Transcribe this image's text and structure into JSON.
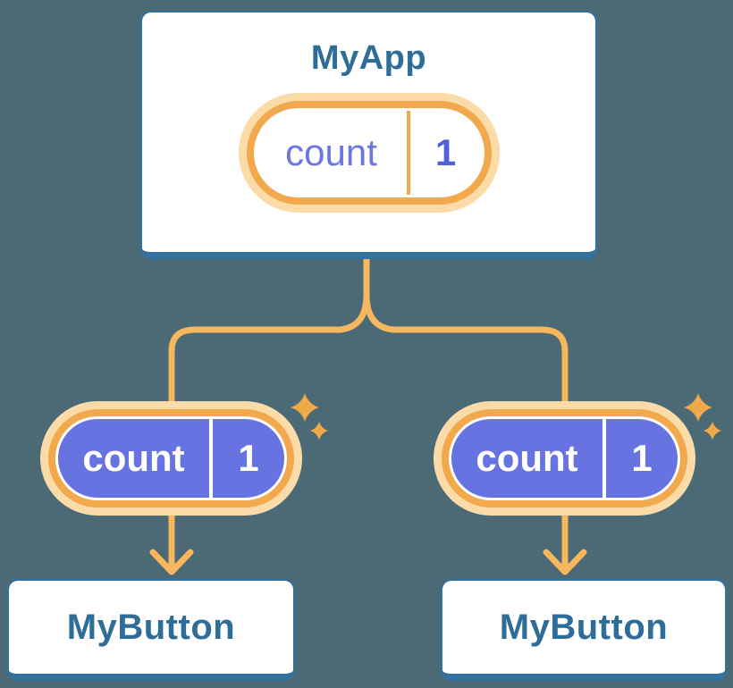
{
  "diagram": {
    "root": {
      "title": "MyApp",
      "pill": {
        "label": "count",
        "value": "1"
      }
    },
    "children": [
      {
        "title": "MyButton",
        "pill": {
          "label": "count",
          "value": "1"
        }
      },
      {
        "title": "MyButton",
        "pill": {
          "label": "count",
          "value": "1"
        }
      }
    ]
  },
  "colors": {
    "background": "#4C6A75",
    "card_border": "#33719F",
    "card_text": "#2E6D98",
    "pill_ring": "#F2A94E",
    "pill_halo": "#FBDCA8",
    "pill_fill": "#6673E0",
    "pill_text_light": "#FFFFFF",
    "root_pill_label_color": "#6C78E2",
    "root_pill_value_color": "#5162D9",
    "connector": "#F6B75E",
    "sparkle": "#F0A948"
  }
}
